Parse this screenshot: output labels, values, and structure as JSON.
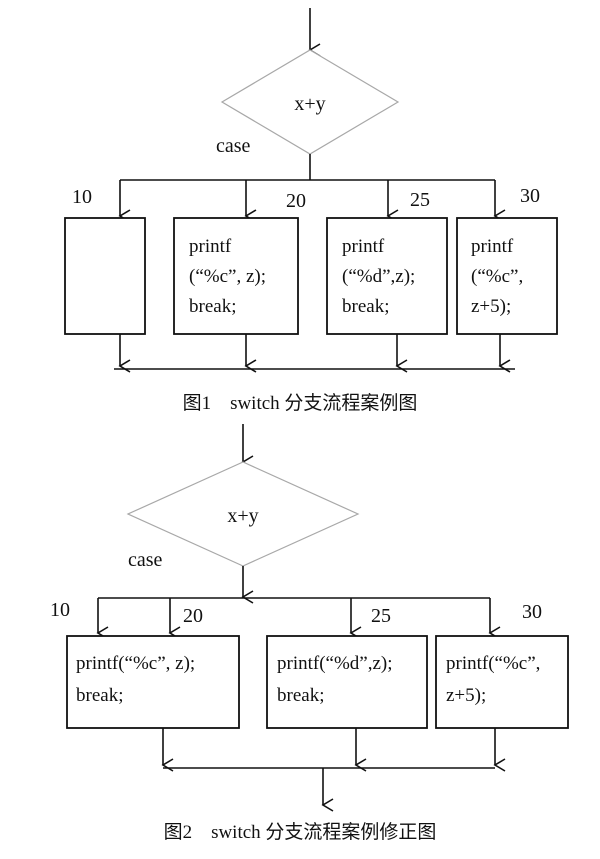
{
  "figure1": {
    "decision": "x+y",
    "case_label": "case",
    "case_values": [
      "10",
      "20",
      "25",
      "30"
    ],
    "boxes": [
      {
        "lines": []
      },
      {
        "lines": [
          "printf",
          "(“%c”, z);",
          "break;"
        ]
      },
      {
        "lines": [
          "printf",
          "(“%d”,z);",
          "break;"
        ]
      },
      {
        "lines": [
          "printf",
          "(“%c”,",
          "z+5);"
        ]
      }
    ],
    "caption": "图1　switch 分支流程案例图"
  },
  "figure2": {
    "decision": "x+y",
    "case_label": "case",
    "case_values": [
      "10",
      "20",
      "25",
      "30"
    ],
    "boxes": [
      {
        "lines": [
          "printf(“%c”, z);",
          "break;"
        ]
      },
      {
        "lines": [
          "printf(“%d”,z);",
          "break;"
        ]
      },
      {
        "lines": [
          "printf(“%c”,",
          "z+5);"
        ]
      }
    ],
    "caption": "图2　switch 分支流程案例修正图"
  },
  "colors": {
    "line": "#111111",
    "diamond_stroke": "#a8a8a8",
    "background": "#ffffff"
  }
}
